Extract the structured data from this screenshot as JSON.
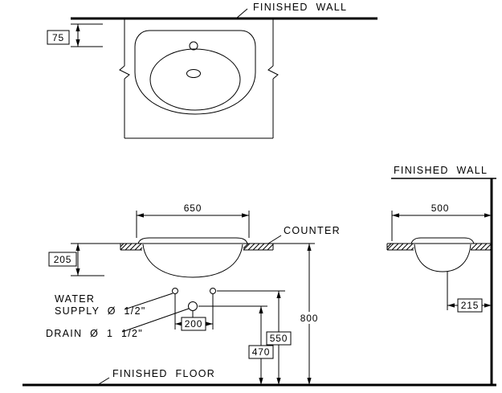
{
  "drawing": {
    "plan_view": {
      "finished_wall_label": "FINISHED WALL",
      "dim_faucet_offset": "75"
    },
    "front_view": {
      "dim_basin_width": "650",
      "counter_label": "COUNTER",
      "dim_basin_depth": "205",
      "water_supply_label_line1": "WATER",
      "water_supply_label_line2": "SUPPLY Ø 1/2\"",
      "drain_label": "DRAIN Ø 1 1/2\"",
      "dim_supply_spacing": "200",
      "dim_counter_height": "800",
      "dim_supply_height": "550",
      "dim_drain_height": "470",
      "finished_floor_label": "FINISHED FLOOR"
    },
    "side_view": {
      "finished_wall_label": "FINISHED WALL",
      "dim_counter_depth": "500",
      "dim_drain_offset": "215"
    }
  },
  "colors": {
    "line": "#000000",
    "background": "#ffffff"
  }
}
